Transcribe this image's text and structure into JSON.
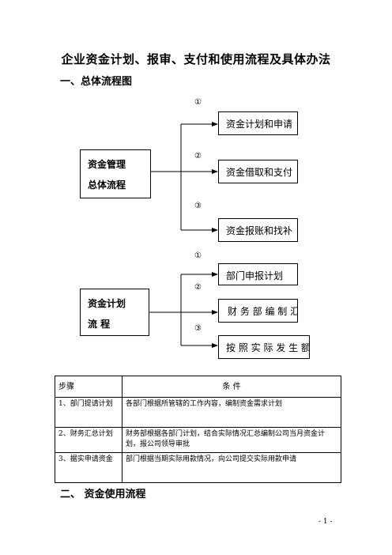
{
  "title": "企业资金计划、报审、支付和使用流程及具体办法",
  "section1": "一、总体流程图",
  "section2": "二、 资金使用流程",
  "flow1": {
    "left_line1": "资金管理",
    "left_line2": "总体流程",
    "items": [
      {
        "num": "①",
        "label": "资金计划和申请"
      },
      {
        "num": "②",
        "label": "资金借取和支付"
      },
      {
        "num": "③",
        "label": "资金报账和找补"
      }
    ]
  },
  "flow2": {
    "left_line1": "资金计划",
    "left_line2": "流 程",
    "items": [
      {
        "num": "①",
        "label": "部门申报计划"
      },
      {
        "num": "②",
        "label": "财 务 部 编 制 汇"
      },
      {
        "num": "③",
        "label": "按 照 实 际 发 生 额 据"
      }
    ]
  },
  "table": {
    "header": [
      "步骤",
      "条 件"
    ],
    "rows": [
      [
        "1、部门提请计划",
        "各部门根据所管辖的工作内容，编制资金需求计划"
      ],
      [
        "2、财务汇总计划",
        "财务部根据各部门计划，结合实际情况汇总编制公司当月资金计划，报公司领导审批"
      ],
      [
        "3、据实申请资金",
        "部门根据当期实际用款情况，向公司提交实际用款申请"
      ]
    ]
  },
  "page_number": "- 1 -"
}
